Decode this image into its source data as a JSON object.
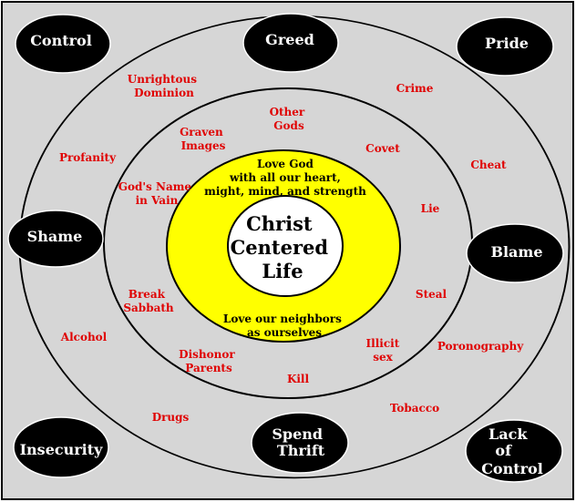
{
  "core": {
    "lines": [
      "Christ",
      "Centered",
      "Life"
    ]
  },
  "yellow_ring": {
    "top_lines": [
      "Love God",
      "with all our heart,",
      "might, mind, and strength"
    ],
    "bottom_lines": [
      "Love our neighbors",
      "as ourselves"
    ]
  },
  "middle_ring": [
    {
      "id": "other-gods",
      "lines": [
        "Other",
        "Gods"
      ]
    },
    {
      "id": "graven-images",
      "lines": [
        "Graven",
        "Images"
      ]
    },
    {
      "id": "gods-name-in-vain",
      "lines": [
        "God's Name",
        "in Vain"
      ]
    },
    {
      "id": "covet",
      "lines": [
        "Covet"
      ]
    },
    {
      "id": "lie",
      "lines": [
        "Lie"
      ]
    },
    {
      "id": "steal",
      "lines": [
        "Steal"
      ]
    },
    {
      "id": "break-sabbath",
      "lines": [
        "Break",
        "Sabbath"
      ]
    },
    {
      "id": "illicit-sex",
      "lines": [
        "Illicit",
        "sex"
      ]
    },
    {
      "id": "dishonor-parents",
      "lines": [
        "Dishonor",
        "Parents"
      ]
    },
    {
      "id": "kill",
      "lines": [
        "Kill"
      ]
    }
  ],
  "outer_ring": [
    {
      "id": "unrightous-dominion",
      "lines": [
        "Unrightous",
        "Dominion"
      ]
    },
    {
      "id": "crime",
      "lines": [
        "Crime"
      ]
    },
    {
      "id": "profanity",
      "lines": [
        "Profanity"
      ]
    },
    {
      "id": "cheat",
      "lines": [
        "Cheat"
      ]
    },
    {
      "id": "alcohol",
      "lines": [
        "Alcohol"
      ]
    },
    {
      "id": "poronography",
      "lines": [
        "Poronography"
      ]
    },
    {
      "id": "drugs",
      "lines": [
        "Drugs"
      ]
    },
    {
      "id": "tobacco",
      "lines": [
        "Tobacco"
      ]
    }
  ],
  "ovals": [
    {
      "id": "control",
      "lines": [
        "Control"
      ]
    },
    {
      "id": "greed",
      "lines": [
        "Greed"
      ]
    },
    {
      "id": "pride",
      "lines": [
        "Pride"
      ]
    },
    {
      "id": "shame",
      "lines": [
        "Shame"
      ]
    },
    {
      "id": "blame",
      "lines": [
        "Blame"
      ]
    },
    {
      "id": "insecurity",
      "lines": [
        "Insecurity"
      ]
    },
    {
      "id": "spend-thrift",
      "lines": [
        "Spend",
        "Thrift"
      ]
    },
    {
      "id": "lack-of-control",
      "lines": [
        "Lack",
        "of",
        "Control"
      ]
    }
  ],
  "colors": {
    "background": "#d6d6d6",
    "yellow": "#ffff00",
    "label_red": "#e00000",
    "oval_fill": "#000000",
    "oval_text": "#ffffff"
  }
}
